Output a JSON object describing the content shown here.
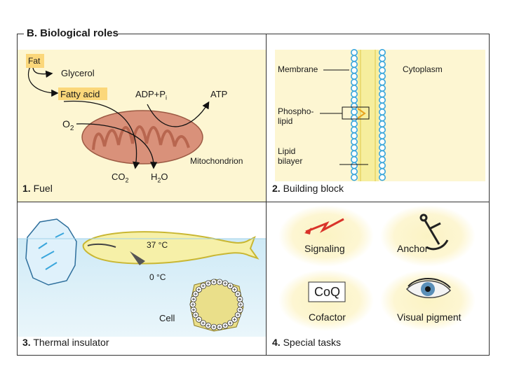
{
  "header": {
    "title": "B. Biological roles"
  },
  "panels": {
    "fuel": {
      "num": "1.",
      "label": "Fuel",
      "fat": "Fat",
      "glycerol": "Glycerol",
      "fatty_acid": "Fatty acid",
      "adp_pi": "ADP+P",
      "adp_pi_sub": "i",
      "atp": "ATP",
      "o2": "O",
      "o2_sub": "2",
      "co2": "CO",
      "co2_sub": "2",
      "h2o_h": "H",
      "h2o_sub": "2",
      "h2o_o": "O",
      "mitochondrion": "Mitochondrion"
    },
    "building": {
      "num": "2.",
      "label": "Building block",
      "membrane": "Membrane",
      "cytoplasm": "Cytoplasm",
      "phospholipid_1": "Phospho-",
      "phospholipid_2": "lipid",
      "lipid_1": "Lipid",
      "lipid_2": "bilayer"
    },
    "thermal": {
      "num": "3.",
      "label": "Thermal insulator",
      "temp_warm": "37 °C",
      "temp_cold": "0 °C",
      "cell": "Cell"
    },
    "special": {
      "num": "4.",
      "label": "Special tasks",
      "signaling": "Signaling",
      "anchor": "Anchor",
      "coq": "CoQ",
      "cofactor": "Cofactor",
      "visual": "Visual pigment"
    }
  },
  "colors": {
    "cream": "#fdf6d2",
    "fat_box": "#fbd77a",
    "mito": "#d9917a",
    "membrane_blue": "#3aa6dc",
    "water": "#c7e6f4",
    "whale": "#f6f0a8",
    "signal_red": "#d9332a"
  }
}
